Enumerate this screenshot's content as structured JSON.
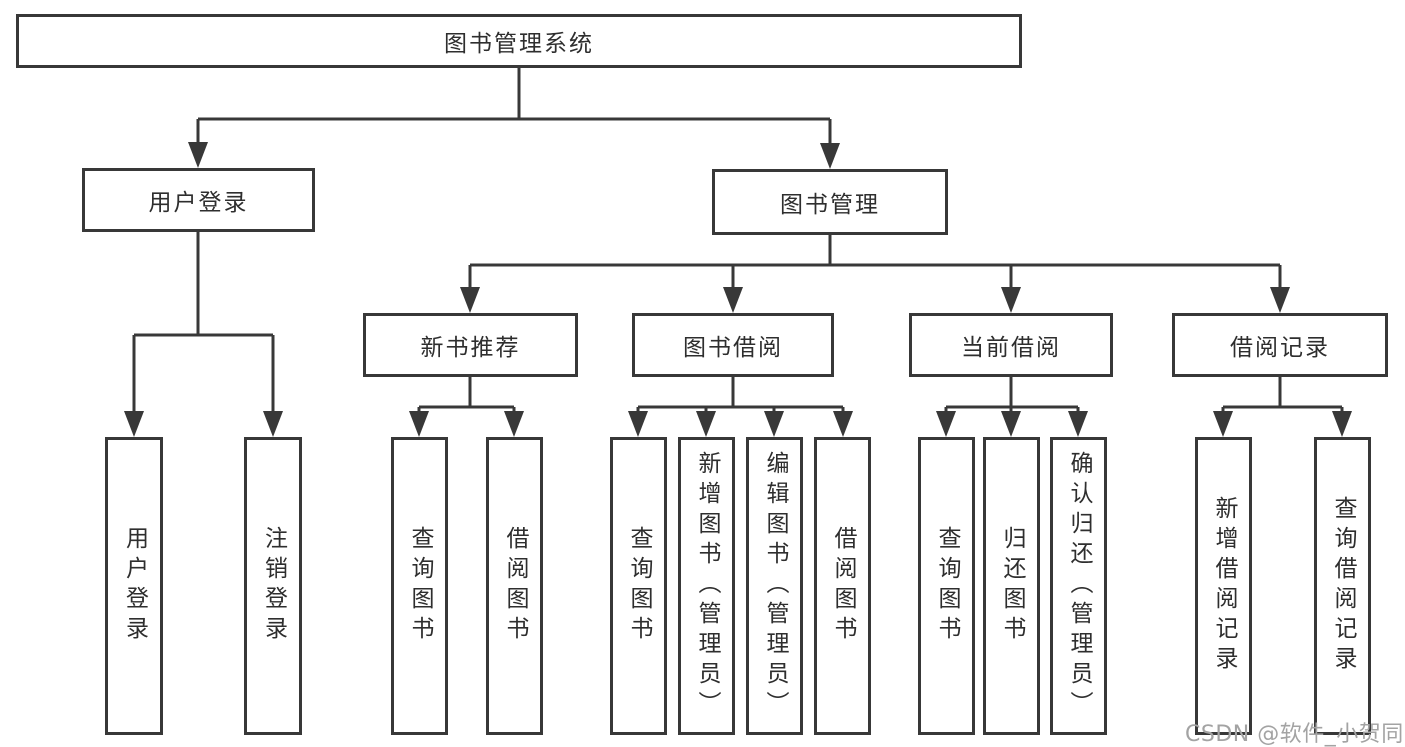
{
  "tree": {
    "root": {
      "label": "图书管理系统",
      "children": [
        {
          "label": "用户登录",
          "children": [
            {
              "label": "用户登录"
            },
            {
              "label": "注销登录"
            }
          ]
        },
        {
          "label": "图书管理",
          "children": [
            {
              "label": "新书推荐",
              "children": [
                {
                  "label": "查询图书"
                },
                {
                  "label": "借阅图书"
                }
              ]
            },
            {
              "label": "图书借阅",
              "children": [
                {
                  "label": "查询图书"
                },
                {
                  "label": "新增图书（管理员）"
                },
                {
                  "label": "编辑图书（管理员）"
                },
                {
                  "label": "借阅图书"
                }
              ]
            },
            {
              "label": "当前借阅",
              "children": [
                {
                  "label": "查询图书"
                },
                {
                  "label": "归还图书"
                },
                {
                  "label": "确认归还（管理员）"
                }
              ]
            },
            {
              "label": "借阅记录",
              "children": [
                {
                  "label": "新增借阅记录"
                },
                {
                  "label": "查询借阅记录"
                }
              ]
            }
          ]
        }
      ]
    },
    "colors": {
      "line": "#383838",
      "box_border": "#383838",
      "text": "#2e2e2e",
      "watermark": "#a3a3a3",
      "background": "#ffffff"
    }
  },
  "watermark": {
    "text": "CSDN @软件_小贺同学"
  }
}
